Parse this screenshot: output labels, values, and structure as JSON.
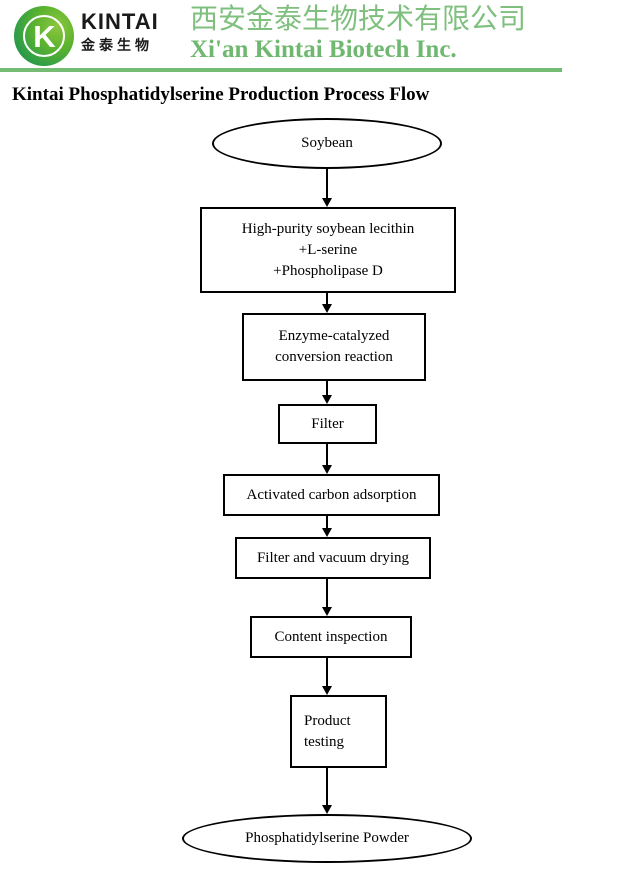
{
  "header": {
    "logo": {
      "mark_letter": "K",
      "wordmark_latin": "KINTAI",
      "wordmark_cn": "金泰生物",
      "icon_name": "kintai-logo-icon"
    },
    "company_name_cn": "西安金泰生物技术有限公司",
    "company_name_en": "Xi'an Kintai Biotech Inc.",
    "colors": {
      "brand_green": "#74bb74",
      "company_cn_green": "#7fc07f",
      "company_en_green": "#6fb86f",
      "logo_green_dark": "#17823c",
      "logo_green_light": "#8cc63f"
    }
  },
  "page_title": "Kintai Phosphatidylserine Production Process Flow",
  "flowchart": {
    "nodes": [
      {
        "id": "soybean",
        "shape": "ellipse",
        "lines": [
          "Soybean"
        ]
      },
      {
        "id": "raw-materials",
        "shape": "rectangle",
        "lines": [
          "High-purity soybean lecithin",
          "+L-serine",
          "+Phospholipase D"
        ]
      },
      {
        "id": "enzyme-reaction",
        "shape": "rectangle",
        "lines": [
          "Enzyme-catalyzed",
          "conversion reaction"
        ]
      },
      {
        "id": "filter",
        "shape": "rectangle",
        "lines": [
          "Filter"
        ]
      },
      {
        "id": "carbon-adsorption",
        "shape": "rectangle",
        "lines": [
          "Activated carbon adsorption"
        ]
      },
      {
        "id": "vacuum-drying",
        "shape": "rectangle",
        "lines": [
          "Filter and vacuum drying"
        ]
      },
      {
        "id": "content-inspection",
        "shape": "rectangle",
        "lines": [
          "Content inspection"
        ]
      },
      {
        "id": "product-testing",
        "shape": "rectangle",
        "lines": [
          "Product",
          "testing"
        ]
      },
      {
        "id": "ps-powder",
        "shape": "ellipse",
        "lines": [
          "Phosphatidylserine Powder"
        ]
      }
    ],
    "edges": [
      {
        "from": "soybean",
        "to": "raw-materials"
      },
      {
        "from": "raw-materials",
        "to": "enzyme-reaction"
      },
      {
        "from": "enzyme-reaction",
        "to": "filter"
      },
      {
        "from": "filter",
        "to": "carbon-adsorption"
      },
      {
        "from": "carbon-adsorption",
        "to": "vacuum-drying"
      },
      {
        "from": "vacuum-drying",
        "to": "content-inspection"
      },
      {
        "from": "content-inspection",
        "to": "product-testing"
      },
      {
        "from": "product-testing",
        "to": "ps-powder"
      }
    ]
  }
}
